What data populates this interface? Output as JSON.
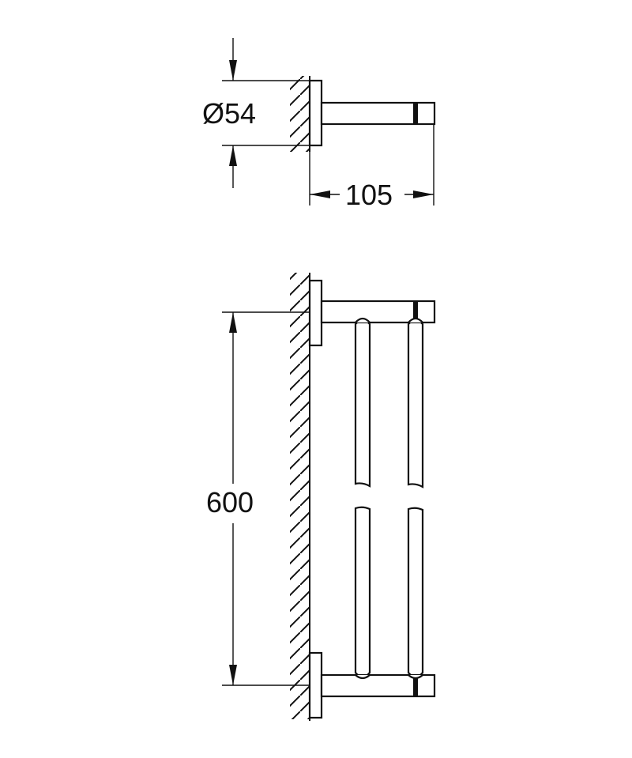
{
  "drawing": {
    "type": "technical-drawing",
    "subject": "double towel rail",
    "colors": {
      "line": "#111111",
      "background": "#ffffff"
    }
  },
  "views": {
    "side_view": {
      "diameter_label": "Ø54",
      "depth_label": "105"
    },
    "front_view": {
      "length_label": "600"
    }
  }
}
